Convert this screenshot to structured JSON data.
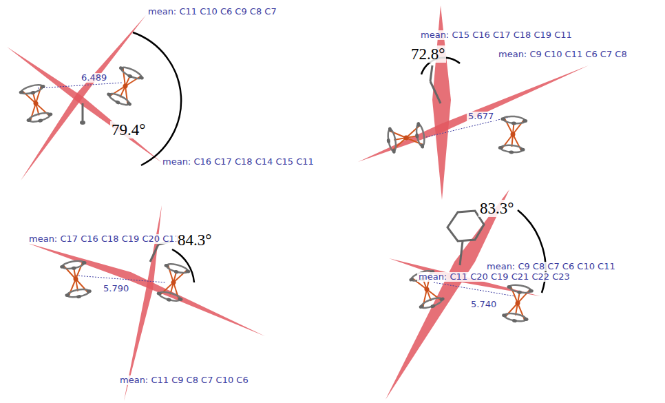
{
  "diagram": {
    "labels": [
      "mean: C11 C10 C6 C9 C8 C7",
      "6.489",
      "79.4°",
      "mean: C16 C17 C18 C14 C15 C11",
      "mean: C15 C16 C17 C18 C19 C11",
      "72.8°",
      "mean: C9 C10 C11 C6 C7 C8",
      "5.677",
      "mean: C17 C16 C18 C19 C20 C11",
      "84.3°",
      "5.790",
      "mean: C11 C9 C8 C7 C10 C6",
      "83.3°",
      "mean: C9 C8 C7 C6 C10 C11",
      "mean: C11 C20 C19 C21 C22 C23",
      "5.740"
    ]
  }
}
